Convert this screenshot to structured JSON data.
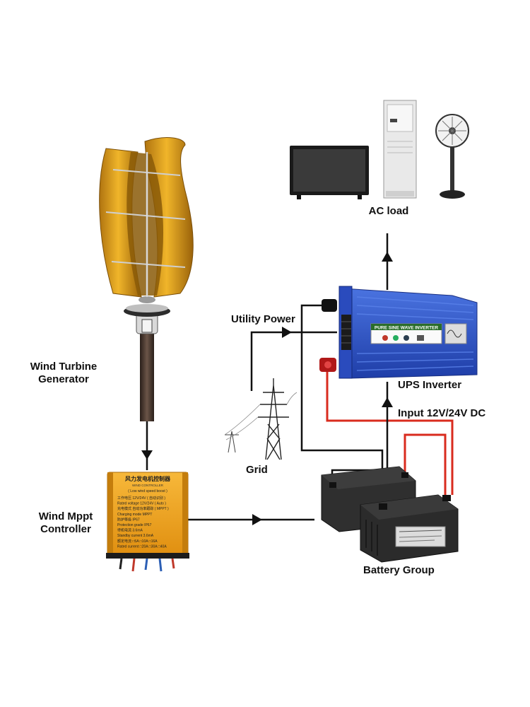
{
  "labels": {
    "ac_load": "AC load",
    "utility_power": "Utility Power",
    "ups_inverter": "UPS Inverter",
    "input_dc": "Input 12V/24V DC",
    "grid": "Grid",
    "battery_group": "Battery Group",
    "wind_turbine": [
      "Wind Turbine",
      "Generator"
    ],
    "wind_controller": [
      "Wind Mppt",
      "Controller"
    ]
  },
  "inverter": {
    "banner": "PURE SINE WAVE INVERTER"
  },
  "controller": {
    "title_cn": "风力发电机控制器",
    "title_en": "WIND CONTROLLER",
    "subtitle": "( Low wind speed boost )",
    "lines": [
      "工作电压  12V/24V ( 自动识别 )",
      "Rated voltage 12V/24V ( Auto )",
      "充电模式  自动功率跟踪 ( MPPT )",
      "Charging mode MPPT",
      "防护等级  IP67",
      "Protection grade IP67",
      "待机电流  3.6mA",
      "Standby current 3.6mA",
      "额定电流  □5A  □10A  □16A",
      "Rated current □20A □30A □40A"
    ]
  },
  "colors": {
    "turbine": "#e3a21c",
    "turbine_dark": "#8a5a08",
    "inverter_blue": "#2f54c8",
    "controller_orange": "#f2a51c",
    "battery": "#2b2b2b",
    "dc_wire_red": "#d92b1e",
    "wire_black": "#111111"
  }
}
